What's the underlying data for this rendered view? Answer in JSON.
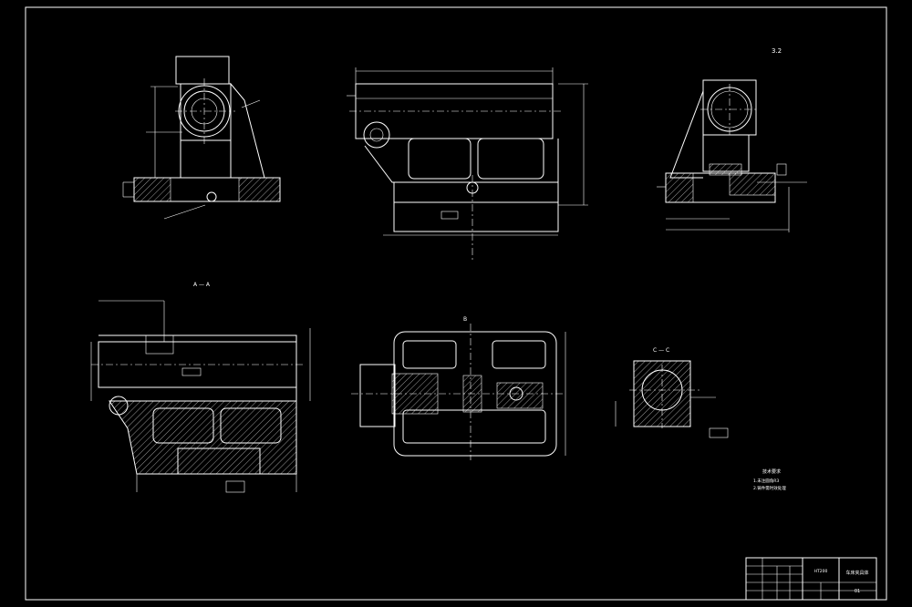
{
  "drawing": {
    "roughness_symbol": "3.2",
    "section_label_1": "A — A",
    "section_label_2": "C — C",
    "view_label_b": "B",
    "tech_requirements": {
      "title": "技术要求",
      "items": [
        "1.未注圆角R3",
        "2.铸件需时效处理"
      ]
    },
    "title_block": {
      "part_name": "车床夹具体",
      "material": "HT200",
      "drawing_no": "01"
    }
  },
  "colors": {
    "background": "#000000",
    "line": "#ffffff"
  }
}
